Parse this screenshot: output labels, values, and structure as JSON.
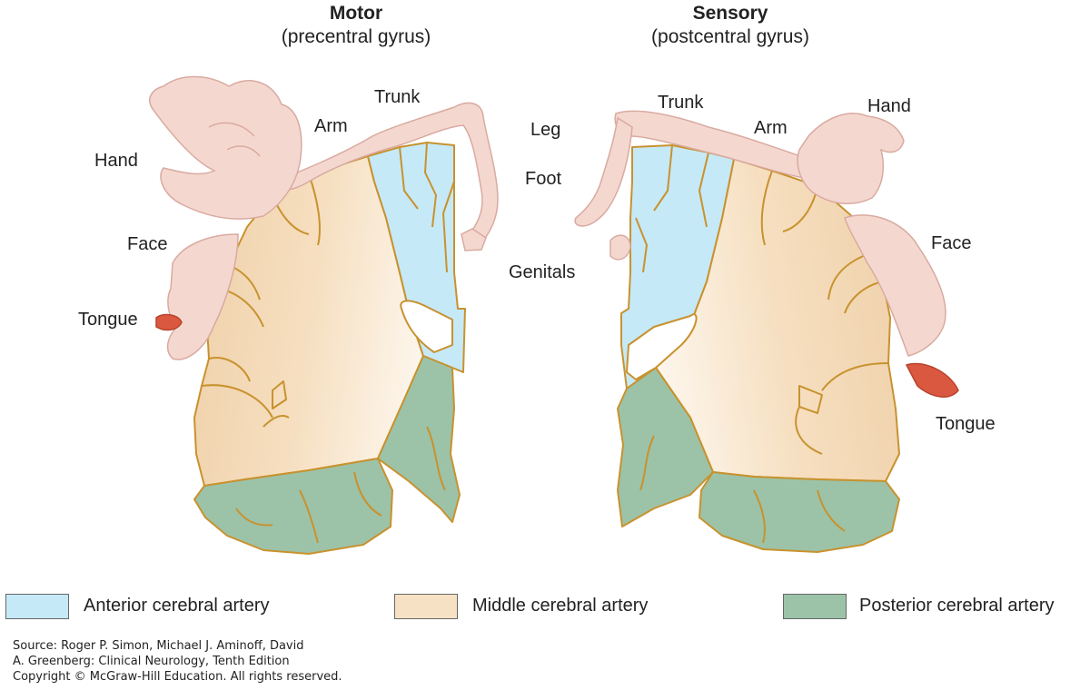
{
  "motor": {
    "title": "Motor",
    "subtitle": "(precentral gyrus)",
    "labels": {
      "hand": "Hand",
      "arm": "Arm",
      "trunk": "Trunk",
      "face": "Face",
      "tongue": "Tongue"
    }
  },
  "sensory": {
    "title": "Sensory",
    "subtitle": "(postcentral gyrus)",
    "labels": {
      "trunk": "Trunk",
      "hand": "Hand",
      "arm": "Arm",
      "leg": "Leg",
      "foot": "Foot",
      "genitals": "Genitals",
      "face": "Face",
      "tongue": "Tongue"
    }
  },
  "legend": [
    {
      "label": "Anterior cerebral artery",
      "color": "#c6e9f8"
    },
    {
      "label": "Middle cerebral artery",
      "color": "#f7e1c4"
    },
    {
      "label": "Posterior cerebral artery",
      "color": "#9cc3a8"
    }
  ],
  "colors": {
    "outline": "#c8922e",
    "skin": "#f4d8d0",
    "skin_stroke": "#d9aaa0",
    "tongue": "#d9583f"
  },
  "source": [
    "Source: Roger P. Simon, Michael J. Aminoff, David",
    "A. Greenberg: Clinical Neurology, Tenth Edition",
    "Copyright © McGraw-Hill Education. All rights reserved."
  ]
}
